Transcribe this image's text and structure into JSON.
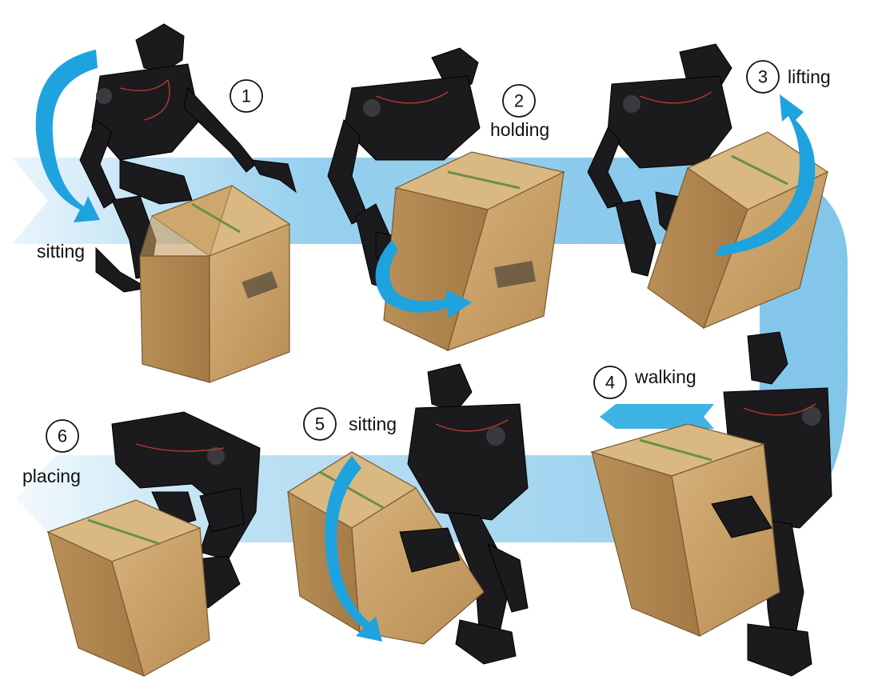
{
  "steps": [
    {
      "number": "1",
      "label": "sitting"
    },
    {
      "number": "2",
      "label": "holding"
    },
    {
      "number": "3",
      "label": "lifting"
    },
    {
      "number": "4",
      "label": "walking"
    },
    {
      "number": "5",
      "label": "sitting"
    },
    {
      "number": "6",
      "label": "placing"
    }
  ],
  "colors": {
    "track": "#7ec4ea",
    "track_light": "#cfe9f8",
    "arrow": "#1ea3df",
    "box": "#c9a26a",
    "box_dark": "#a8804a",
    "robot": "#1b1b1d"
  }
}
